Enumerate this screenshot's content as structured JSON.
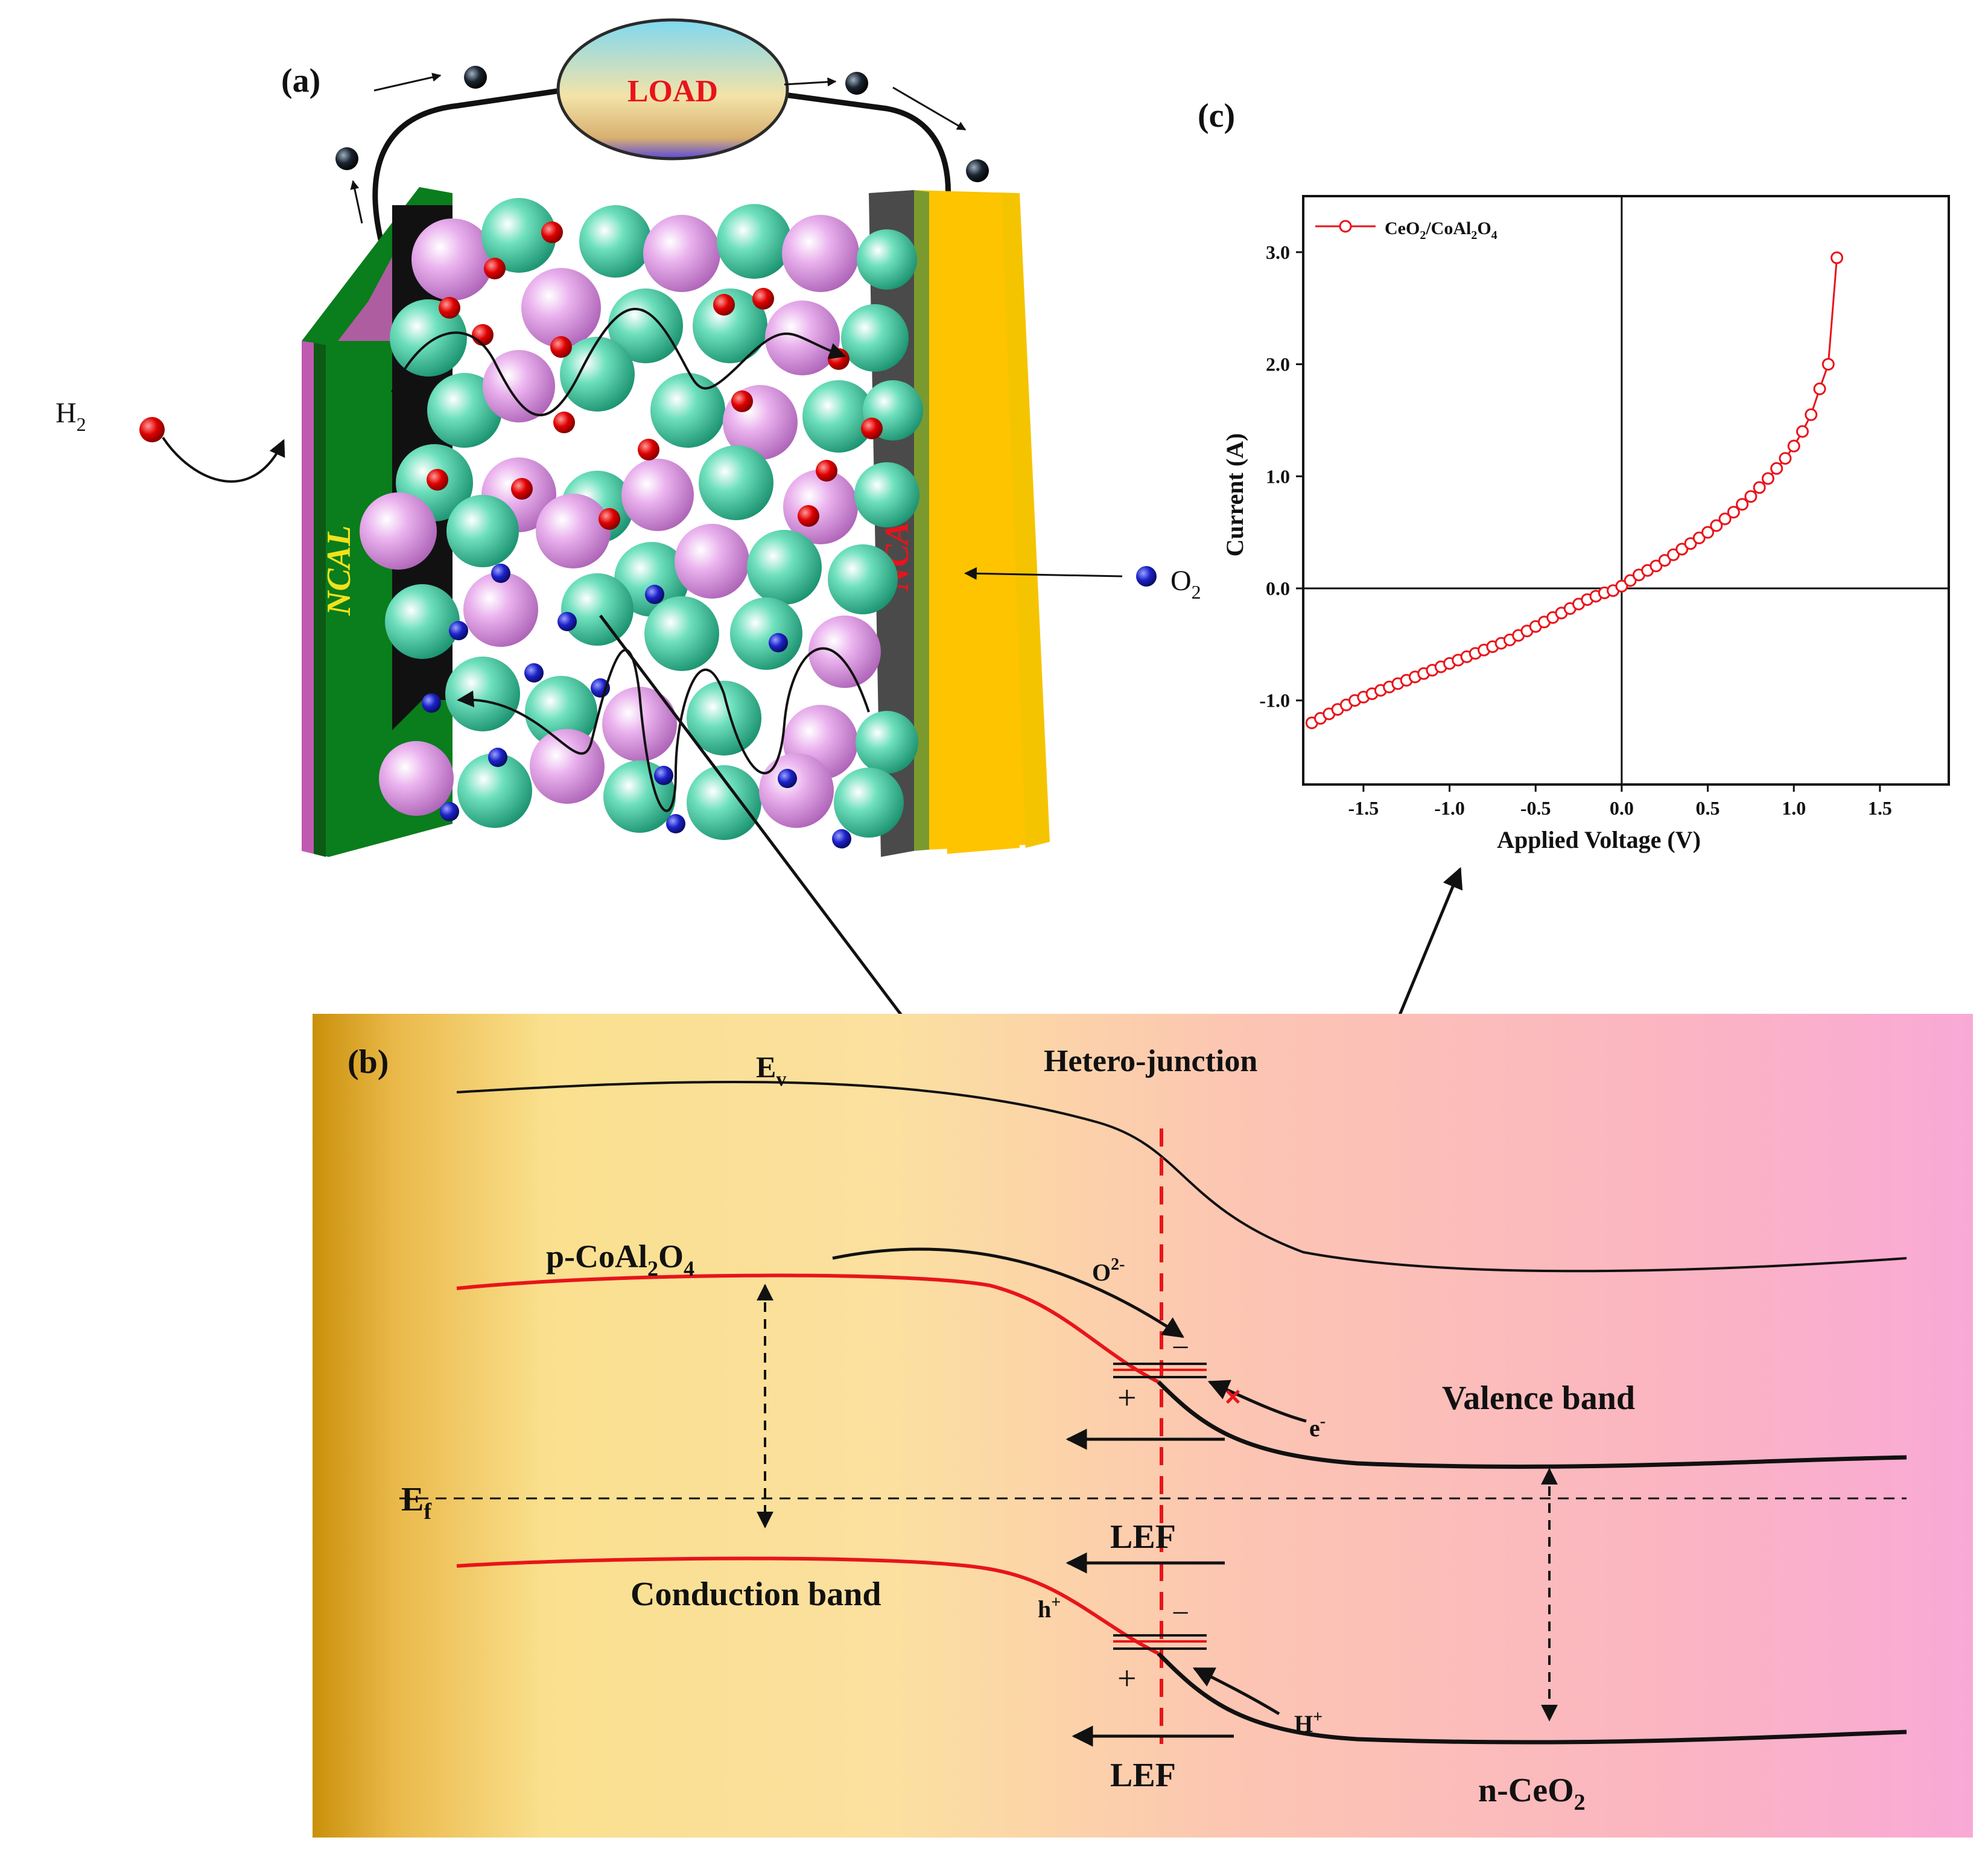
{
  "panel_a": {
    "label": "(a)",
    "load": "LOAD",
    "h2": "H",
    "h2_sub": "2",
    "o2": "O",
    "o2_sub": "2",
    "ncal_left": "NCAL",
    "ncal_right": "NCAL"
  },
  "panel_b": {
    "label": "(b)",
    "ev": "E",
    "ev_sub": "v",
    "heterojunction": "Hetero-junction",
    "p_material": "p-CoAl",
    "p_sub1": "2",
    "p_mid": "O",
    "p_sub2": "4",
    "o2_ion": "O",
    "o2_ion_sup": "2-",
    "minus": "−",
    "plus": "+",
    "e_minus": "e",
    "e_sup": "-",
    "x_mark": "×",
    "valence_band": "Valence band",
    "ef": "E",
    "ef_sub": "f",
    "lef": "LEF",
    "conduction_band": "Conduction band",
    "h_plus": "h",
    "h_sup": "+",
    "H_plus": "H",
    "H_sup": "+",
    "n_material": "n-CeO",
    "n_sub": "2"
  },
  "colors": {
    "red_band": "#e8141b",
    "load_text": "#e8141b",
    "ncal_left_text": "#f2e21a",
    "ncal_right_text": "#e8141b",
    "green_electrode": "#0a7d1c",
    "grey_electrode": "#4a4a4a",
    "yellow_plate": "#f5c400",
    "purple_sphere": "#d98be0",
    "teal_sphere": "#2fc79a",
    "red_ion": "#e00000",
    "blue_ion": "#1c22c8"
  },
  "chart_data": {
    "type": "scatter",
    "panel_label": "(c)",
    "xlabel": "Applied Voltage (V)",
    "ylabel": "Current (A)",
    "xlim": [
      -1.85,
      1.9
    ],
    "ylim": [
      -1.75,
      3.5
    ],
    "xticks": [
      "-1.5",
      "-1.0",
      "-0.5",
      "0.0",
      "0.5",
      "1.0",
      "1.5"
    ],
    "xtick_values": [
      -1.5,
      -1.0,
      -0.5,
      0.0,
      0.5,
      1.0,
      1.5
    ],
    "yticks": [
      "-1.0",
      "0.0",
      "1.0",
      "2.0",
      "3.0"
    ],
    "ytick_values": [
      -1.0,
      0.0,
      1.0,
      2.0,
      3.0
    ],
    "legend": {
      "name": "CeO",
      "sub1": "2",
      "mid": "/CoAl",
      "sub2": "2",
      "mid2": "O",
      "sub3": "4",
      "placement": "top-left"
    },
    "series": [
      {
        "name": "CeO2/CoAl2O4",
        "color": "#e8141b",
        "x": [
          -1.8,
          -1.75,
          -1.7,
          -1.65,
          -1.6,
          -1.55,
          -1.5,
          -1.45,
          -1.4,
          -1.35,
          -1.3,
          -1.25,
          -1.2,
          -1.15,
          -1.1,
          -1.05,
          -1.0,
          -0.95,
          -0.9,
          -0.85,
          -0.8,
          -0.75,
          -0.7,
          -0.65,
          -0.6,
          -0.55,
          -0.5,
          -0.45,
          -0.4,
          -0.35,
          -0.3,
          -0.25,
          -0.2,
          -0.15,
          -0.1,
          -0.05,
          0.0,
          0.05,
          0.1,
          0.15,
          0.2,
          0.25,
          0.3,
          0.35,
          0.4,
          0.45,
          0.5,
          0.55,
          0.6,
          0.65,
          0.7,
          0.75,
          0.8,
          0.85,
          0.9,
          0.95,
          1.0,
          1.05,
          1.1,
          1.15,
          1.2,
          1.25
        ],
        "y": [
          -1.2,
          -1.16,
          -1.12,
          -1.08,
          -1.04,
          -1.0,
          -0.97,
          -0.94,
          -0.91,
          -0.88,
          -0.85,
          -0.82,
          -0.79,
          -0.76,
          -0.73,
          -0.7,
          -0.67,
          -0.64,
          -0.61,
          -0.58,
          -0.55,
          -0.52,
          -0.49,
          -0.46,
          -0.42,
          -0.38,
          -0.34,
          -0.3,
          -0.26,
          -0.22,
          -0.18,
          -0.14,
          -0.1,
          -0.07,
          -0.04,
          -0.02,
          0.02,
          0.07,
          0.12,
          0.16,
          0.2,
          0.25,
          0.3,
          0.35,
          0.4,
          0.45,
          0.5,
          0.56,
          0.62,
          0.68,
          0.75,
          0.82,
          0.9,
          0.98,
          1.07,
          1.16,
          1.27,
          1.4,
          1.55,
          1.78,
          2.0,
          2.95
        ]
      }
    ]
  }
}
